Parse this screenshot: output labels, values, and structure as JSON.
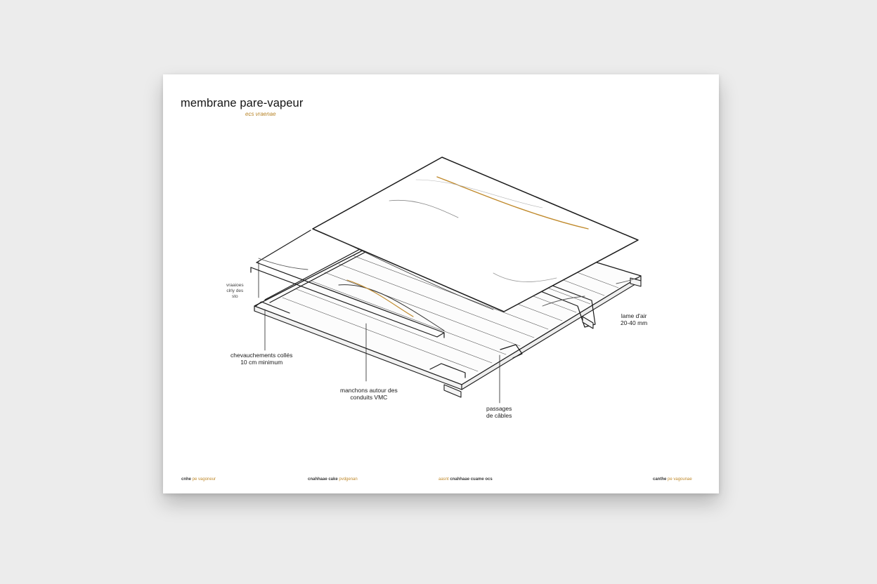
{
  "sheet": {
    "title": "membrane pare-vapeur",
    "subtitle": "ecs vraenae"
  },
  "callouts": {
    "left_small": "vraaioes\nclrly des\nsto",
    "overlaps": "chevauchements collés\n10 cm minimum",
    "sleeves": "manchons autour des\nconduits VMC",
    "air_gap": "lame d'air\n20-40 mm",
    "cables": "passages\nde câbles"
  },
  "footer": [
    {
      "dark": "cnhe",
      "accent": "pe vagoneur"
    },
    {
      "dark": "cnahhaae cake",
      "accent": "pvdgenan"
    },
    {
      "accent": "aasnt",
      "dark": "cnahhaae cuame ocs"
    },
    {
      "dark": "canthe",
      "accent": "pe vagounae"
    }
  ],
  "colors": {
    "ink": "#1a1a1a",
    "accent": "#c08a2c",
    "background": "#ececec",
    "sheet": "#ffffff"
  }
}
